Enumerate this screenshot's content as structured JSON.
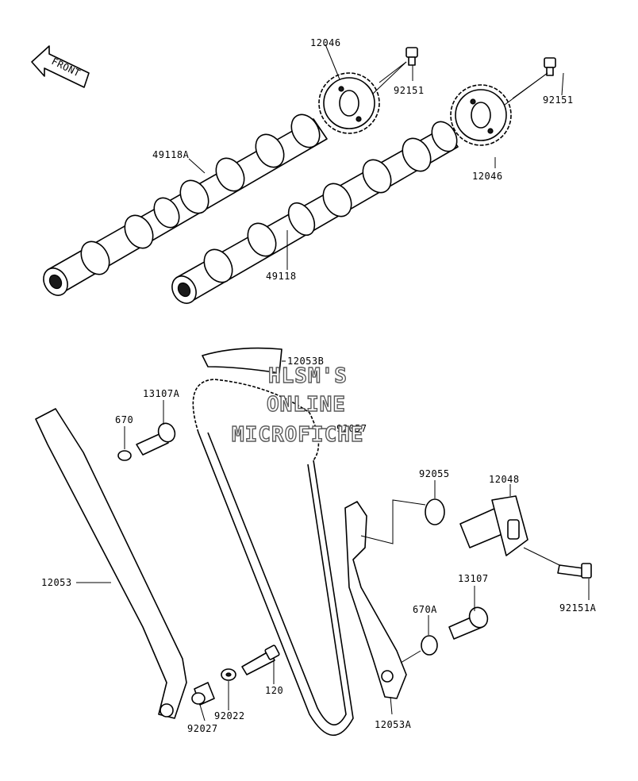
{
  "diagram": {
    "orientation_label": "FRONT",
    "parts": {
      "sprocket_top": "12046",
      "sprocket_right": "12046",
      "bolt_top": "92151",
      "bolt_right": "92151",
      "camshaft_exhaust": "49118A",
      "camshaft_intake": "49118",
      "guide_top": "12053B",
      "chain": "92057",
      "tensioner_bolt": "13107A",
      "oring_small_left": "670",
      "guide_left": "12053",
      "oring_tensioner": "92055",
      "tensioner": "12048",
      "tensioner_mount_bolt": "92151A",
      "pivot_bolt_right": "13107",
      "oring_small_right": "670A",
      "guide_right": "12053A",
      "bolt_120": "120",
      "washer": "92022",
      "collar": "92027"
    }
  },
  "watermark": {
    "line1": "HLSM'S",
    "line2": "ONLINE",
    "line3": "MICROFICHE"
  }
}
